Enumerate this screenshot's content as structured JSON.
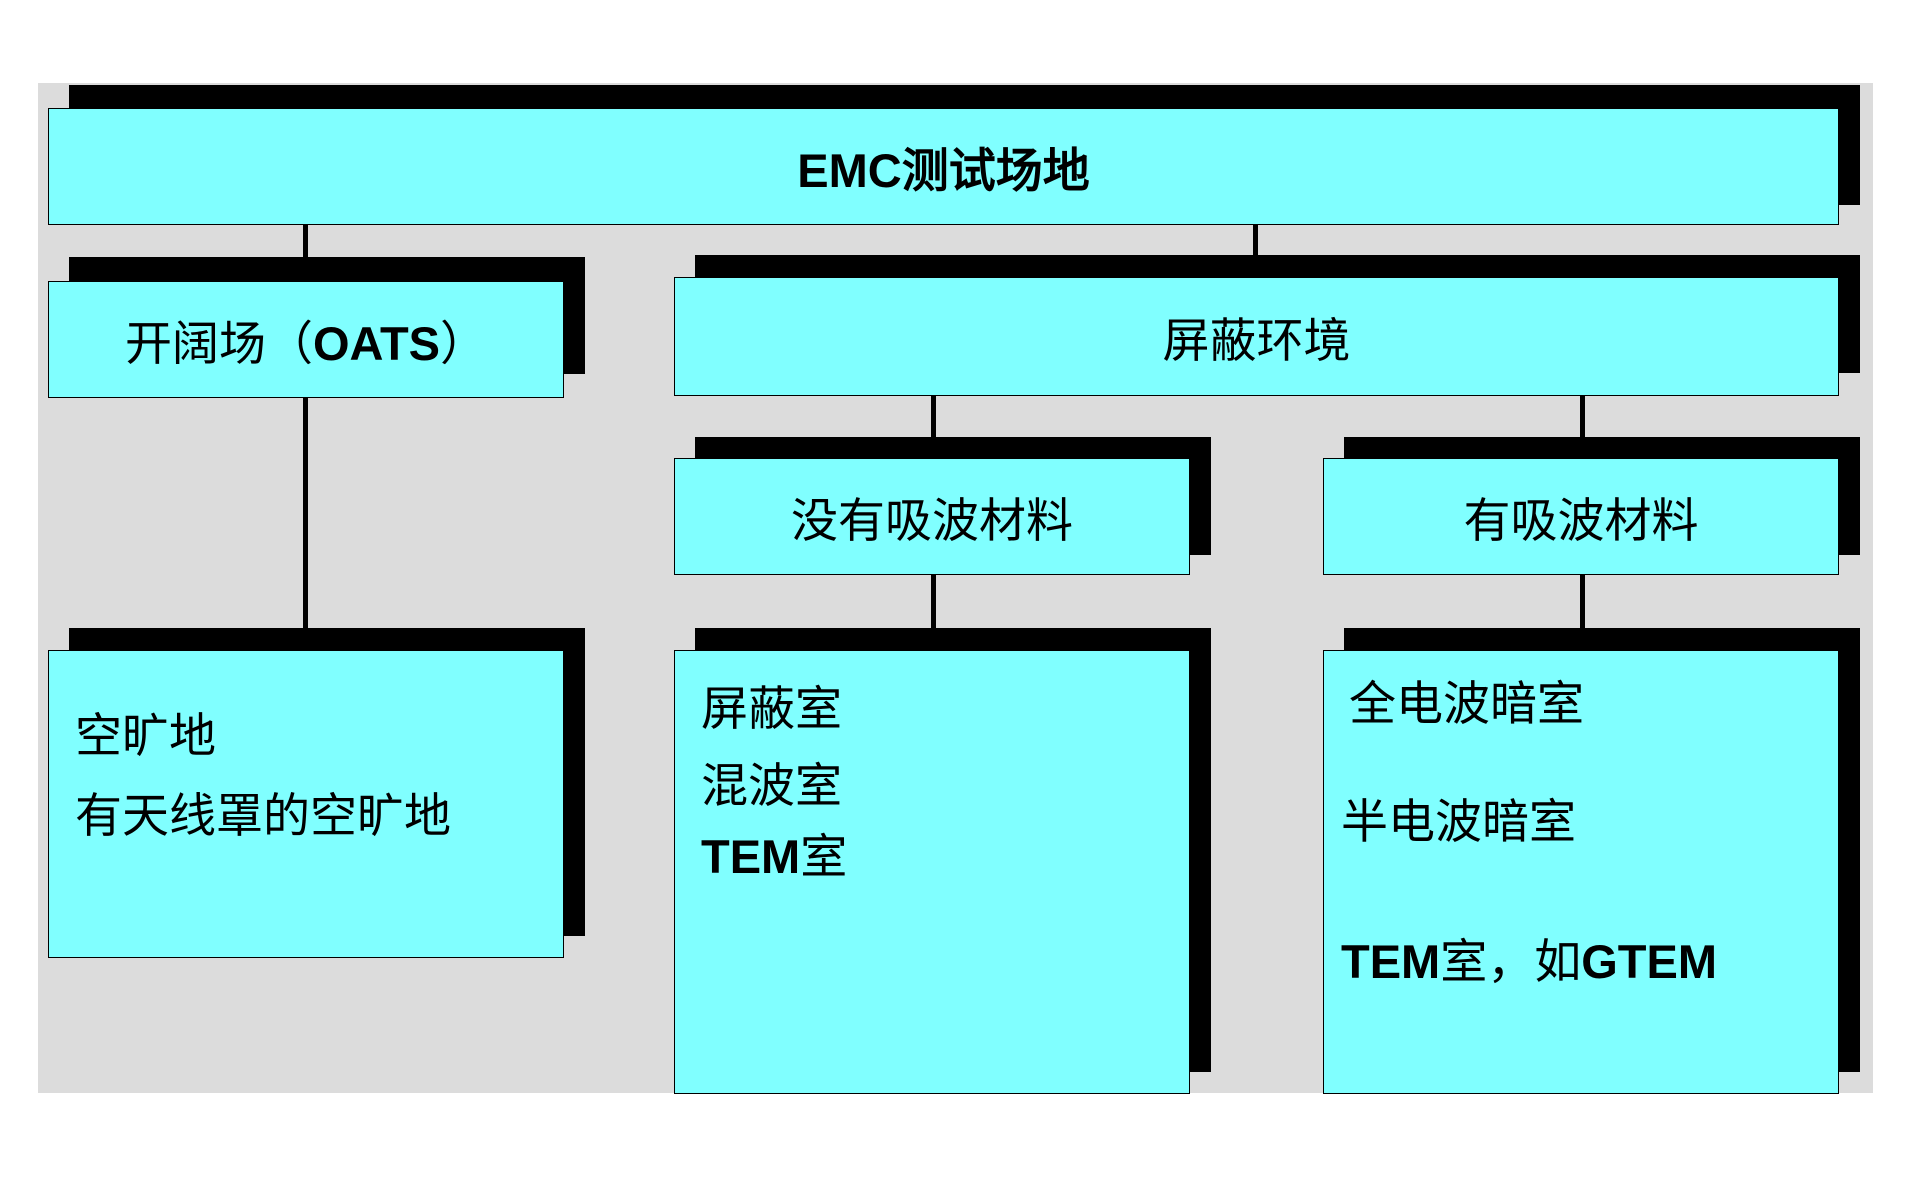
{
  "root": {
    "label": "EMC测试场地"
  },
  "oats": {
    "label": "开阔场（",
    "abbr": "OATS",
    "close": "）",
    "items": [
      "空旷地",
      "有天线罩的空旷地"
    ]
  },
  "shielded": {
    "label": "屏蔽环境",
    "no_absorber": {
      "label": "没有吸波材料",
      "items": [
        "屏蔽室",
        "混波室"
      ],
      "tem_prefix": "TEM",
      "tem_suffix": "室"
    },
    "absorber": {
      "label": "有吸波材料",
      "items": [
        "全电波暗室",
        "半电波暗室"
      ],
      "tem_prefix": "TEM",
      "tem_mid": "室，如",
      "tem_suffix": "GTEM"
    }
  },
  "colors": {
    "box_fill": "#80ffff",
    "shadow": "#000000",
    "panel": "#dcdcdc"
  }
}
